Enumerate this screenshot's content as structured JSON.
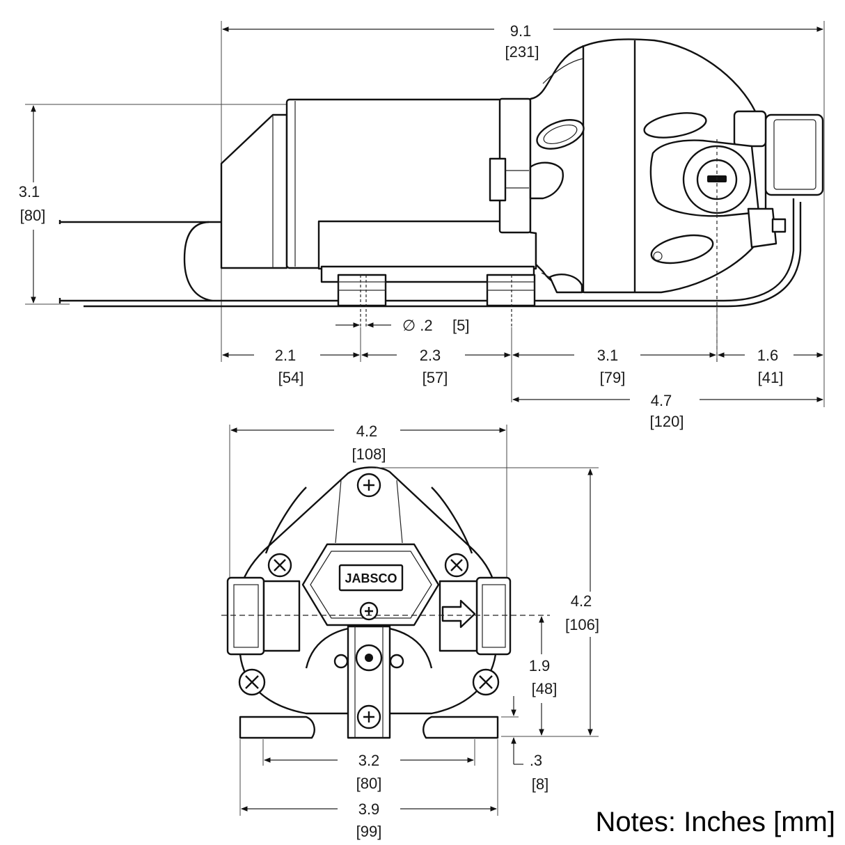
{
  "side_view": {
    "overall_length": "9.1",
    "overall_length_mm": "[231]",
    "height": "3.1",
    "height_mm": "[80]",
    "hole_diameter": "∅ .2",
    "hole_diameter_mm": "[5]",
    "seg1": "2.1",
    "seg1_mm": "[54]",
    "seg2": "2.3",
    "seg2_mm": "[57]",
    "seg3": "3.1",
    "seg3_mm": "[79]",
    "seg4": "1.6",
    "seg4_mm": "[41]",
    "seg5": "4.7",
    "seg5_mm": "[120]"
  },
  "front_view": {
    "width_top": "4.2",
    "width_top_mm": "[108]",
    "height": "4.2",
    "height_mm": "[106]",
    "port_height": "1.9",
    "port_height_mm": "[48]",
    "foot_height": ".3",
    "foot_height_mm": "[8]",
    "mount_spacing": "3.2",
    "mount_spacing_mm": "[80]",
    "base_width": "3.9",
    "base_width_mm": "[99]",
    "brand_label": "JABSCO"
  },
  "notes": "Notes: Inches [mm]"
}
